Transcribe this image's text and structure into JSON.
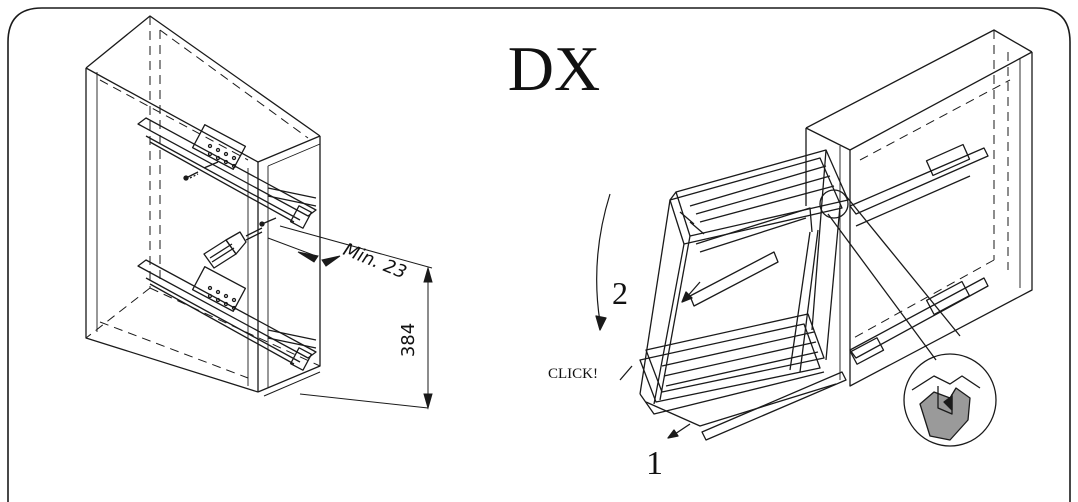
{
  "title": "DX",
  "left_diagram": {
    "dimension_min_label": "Min. 23",
    "dimension_height_label": "384"
  },
  "right_diagram": {
    "step_1_label": "1",
    "step_2_label": "2",
    "click_label": "CLICK!"
  },
  "colors": {
    "line": "#1a1a1a",
    "detail_fill": "#9a9a9a"
  }
}
